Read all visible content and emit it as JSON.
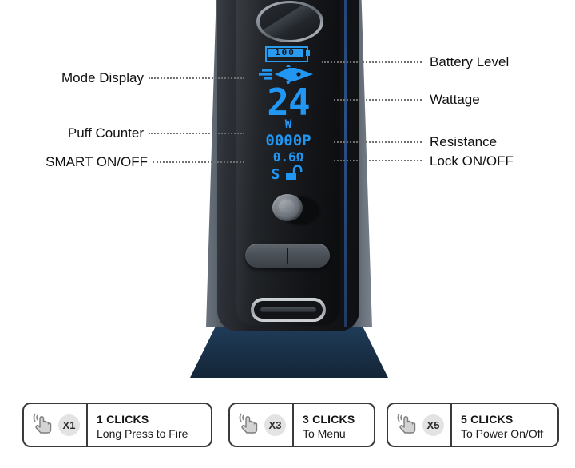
{
  "device": {
    "screen": {
      "battery_level": "100",
      "battery_icon": "battery-icon",
      "mode_icon": "rocket-icon",
      "wattage_value": "24",
      "wattage_unit": "W",
      "puff_counter": "0000P",
      "resistance": "0.6",
      "resistance_unit": "Ω",
      "smart_indicator": "S",
      "lock_icon": "unlocked-padlock-icon"
    },
    "controls": {
      "fire_button": "fire-button",
      "adjust_button": "adjust-button",
      "usb_port": "usb-c-port"
    },
    "colors": {
      "lcd_blue": "#2196f3",
      "body_dark": "#17191d",
      "base_navy": "#1d3550",
      "bevel_gray": "#6a737e"
    }
  },
  "callouts": {
    "left": [
      {
        "label": "Mode Display"
      },
      {
        "label": "Puff Counter"
      },
      {
        "label": "SMART ON/OFF"
      }
    ],
    "right": [
      {
        "label": "Battery Level"
      },
      {
        "label": "Wattage"
      },
      {
        "label": "Resistance"
      },
      {
        "label": "Lock ON/OFF"
      }
    ]
  },
  "cards": [
    {
      "multiplier": "X1",
      "title": "1 CLICKS",
      "subtitle": "Long Press to Fire",
      "icon": "tap-hand-icon"
    },
    {
      "multiplier": "X3",
      "title": "3 CLICKS",
      "subtitle": "To Menu",
      "icon": "tap-hand-icon"
    },
    {
      "multiplier": "X5",
      "title": "5 CLICKS",
      "subtitle": "To Power On/Off",
      "icon": "tap-hand-icon"
    }
  ]
}
